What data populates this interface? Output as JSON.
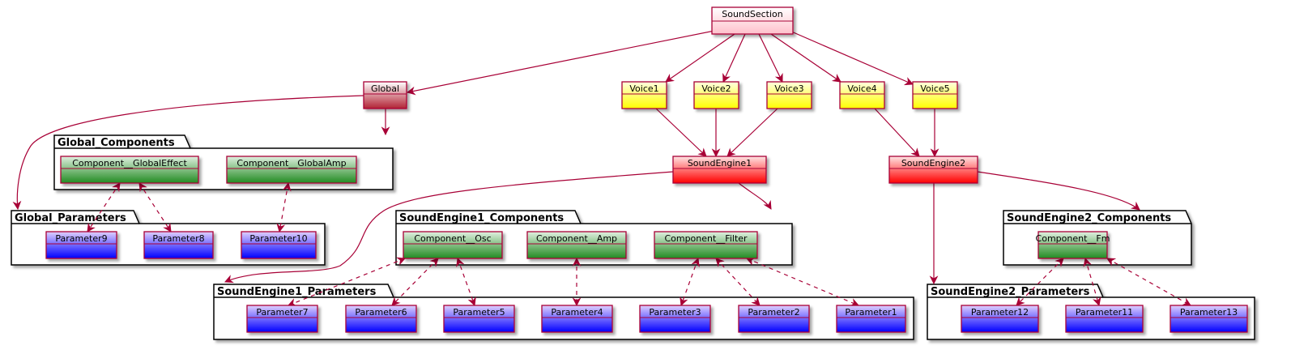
{
  "colors": {
    "edge": "#A80036",
    "root_top": "#FFFFFF",
    "root_bottom": "#FFC0CB",
    "global_top": "#FFFFFF",
    "global_bottom": "#B22234",
    "voice_top": "#FFFFE0",
    "voice_bottom": "#FFFF00",
    "engine_top": "#FFE4E4",
    "engine_bottom": "#FF0000",
    "component_top": "#E0F0E0",
    "component_bottom": "#228B22",
    "parameter_top": "#E0D0FF",
    "parameter_bottom": "#0000FF",
    "package_fill": "#FFFFFF",
    "package_border": "#000000"
  },
  "packages": [
    {
      "id": "global_components",
      "label": "Global_Components"
    },
    {
      "id": "global_parameters",
      "label": "Global_Parameters"
    },
    {
      "id": "se1_components",
      "label": "SoundEngine1_Components"
    },
    {
      "id": "se1_parameters",
      "label": "SoundEngine1_Parameters"
    },
    {
      "id": "se2_components",
      "label": "SoundEngine2_Components"
    },
    {
      "id": "se2_parameters",
      "label": "SoundEngine2_Parameters"
    }
  ],
  "nodes": [
    {
      "id": "soundsection",
      "label": "SoundSection",
      "kind": "root"
    },
    {
      "id": "global",
      "label": "Global",
      "kind": "global"
    },
    {
      "id": "voice1",
      "label": "Voice1",
      "kind": "voice"
    },
    {
      "id": "voice2",
      "label": "Voice2",
      "kind": "voice"
    },
    {
      "id": "voice3",
      "label": "Voice3",
      "kind": "voice"
    },
    {
      "id": "voice4",
      "label": "Voice4",
      "kind": "voice"
    },
    {
      "id": "voice5",
      "label": "Voice5",
      "kind": "voice"
    },
    {
      "id": "soundengine1",
      "label": "SoundEngine1",
      "kind": "engine"
    },
    {
      "id": "soundengine2",
      "label": "SoundEngine2",
      "kind": "engine"
    },
    {
      "id": "globaleffect",
      "label": "Component__GlobalEffect",
      "kind": "component"
    },
    {
      "id": "globalamp",
      "label": "Component__GlobalAmp",
      "kind": "component"
    },
    {
      "id": "osc",
      "label": "Component__Osc",
      "kind": "component"
    },
    {
      "id": "amp",
      "label": "Component__Amp",
      "kind": "component"
    },
    {
      "id": "filter",
      "label": "Component__Filter",
      "kind": "component"
    },
    {
      "id": "fm",
      "label": "Component__Fm",
      "kind": "component"
    },
    {
      "id": "p9",
      "label": "Parameter9",
      "kind": "parameter"
    },
    {
      "id": "p8",
      "label": "Parameter8",
      "kind": "parameter"
    },
    {
      "id": "p10",
      "label": "Parameter10",
      "kind": "parameter"
    },
    {
      "id": "p7",
      "label": "Parameter7",
      "kind": "parameter"
    },
    {
      "id": "p6",
      "label": "Parameter6",
      "kind": "parameter"
    },
    {
      "id": "p5",
      "label": "Parameter5",
      "kind": "parameter"
    },
    {
      "id": "p4",
      "label": "Parameter4",
      "kind": "parameter"
    },
    {
      "id": "p3",
      "label": "Parameter3",
      "kind": "parameter"
    },
    {
      "id": "p2",
      "label": "Parameter2",
      "kind": "parameter"
    },
    {
      "id": "p1",
      "label": "Parameter1",
      "kind": "parameter"
    },
    {
      "id": "p12",
      "label": "Parameter12",
      "kind": "parameter"
    },
    {
      "id": "p11",
      "label": "Parameter11",
      "kind": "parameter"
    },
    {
      "id": "p13",
      "label": "Parameter13",
      "kind": "parameter"
    }
  ],
  "edges": [
    {
      "from": "soundsection",
      "to": "global",
      "style": "solid"
    },
    {
      "from": "soundsection",
      "to": "voice1",
      "style": "solid"
    },
    {
      "from": "soundsection",
      "to": "voice2",
      "style": "solid"
    },
    {
      "from": "soundsection",
      "to": "voice3",
      "style": "solid"
    },
    {
      "from": "soundsection",
      "to": "voice4",
      "style": "solid"
    },
    {
      "from": "soundsection",
      "to": "voice5",
      "style": "solid"
    },
    {
      "from": "global",
      "to": "global_parameters",
      "style": "solid"
    },
    {
      "from": "global",
      "to": "global_components",
      "style": "solid"
    },
    {
      "from": "voice1",
      "to": "soundengine1",
      "style": "solid"
    },
    {
      "from": "voice2",
      "to": "soundengine1",
      "style": "solid"
    },
    {
      "from": "voice3",
      "to": "soundengine1",
      "style": "solid"
    },
    {
      "from": "voice4",
      "to": "soundengine2",
      "style": "solid"
    },
    {
      "from": "voice5",
      "to": "soundengine2",
      "style": "solid"
    },
    {
      "from": "soundengine1",
      "to": "se1_parameters",
      "style": "solid"
    },
    {
      "from": "soundengine1",
      "to": "se1_components",
      "style": "solid"
    },
    {
      "from": "soundengine2",
      "to": "se2_components",
      "style": "solid"
    },
    {
      "from": "soundengine2",
      "to": "se2_parameters",
      "style": "solid"
    },
    {
      "from": "globaleffect",
      "to": "p9",
      "style": "dashed"
    },
    {
      "from": "globaleffect",
      "to": "p8",
      "style": "dashed"
    },
    {
      "from": "globalamp",
      "to": "p10",
      "style": "dashed"
    },
    {
      "from": "osc",
      "to": "p7",
      "style": "dashed"
    },
    {
      "from": "osc",
      "to": "p6",
      "style": "dashed"
    },
    {
      "from": "osc",
      "to": "p5",
      "style": "dashed"
    },
    {
      "from": "amp",
      "to": "p4",
      "style": "dashed"
    },
    {
      "from": "filter",
      "to": "p3",
      "style": "dashed"
    },
    {
      "from": "filter",
      "to": "p2",
      "style": "dashed"
    },
    {
      "from": "filter",
      "to": "p1",
      "style": "dashed"
    },
    {
      "from": "fm",
      "to": "p12",
      "style": "dashed"
    },
    {
      "from": "fm",
      "to": "p11",
      "style": "dashed"
    },
    {
      "from": "fm",
      "to": "p13",
      "style": "dashed"
    }
  ]
}
